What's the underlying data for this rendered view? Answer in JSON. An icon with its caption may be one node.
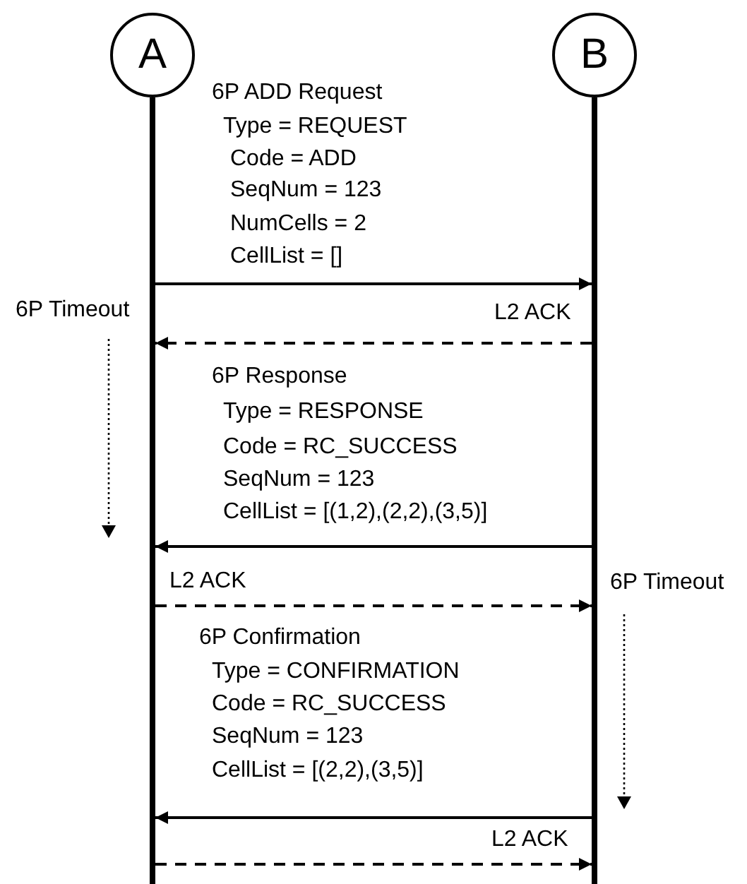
{
  "diagram": {
    "nodes": [
      {
        "text": [
          "A"
        ]
      },
      {
        "text": [
          "B"
        ]
      },
      {
        "text": [],
        "shape": "bar"
      },
      {
        "text": [],
        "shape": "bar"
      }
    ],
    "edges": [
      {
        "from": 2,
        "to": 3,
        "arrow": "to"
      },
      {
        "from": 3,
        "to": 2,
        "arrow": "to",
        "label": "L2 ACK",
        "style": "dashed"
      },
      {
        "from": 3,
        "to": 2,
        "arrow": "to"
      },
      {
        "from": 2,
        "to": 3,
        "arrow": "to",
        "label": "L2 ACK",
        "style": "dashed"
      },
      {
        "from": 3,
        "to": 2,
        "arrow": "to"
      },
      {
        "from": 2,
        "to": 3,
        "arrow": "to",
        "label": "L2 ACK",
        "style": "dashed"
      }
    ],
    "labels": [
      "6P ADD Request",
      "Type = REQUEST",
      "Code = ADD",
      "SeqNum = 123",
      "NumCells = 2",
      "CellList = []",
      "6P Timeout",
      "6P Response",
      "Type = RESPONSE",
      "Code = RC_SUCCESS",
      "SeqNum = 123",
      "CellList = [(1,2),(2,2),(3,5)]",
      "6P Timeout",
      "6P Confirmation",
      "Type = CONFIRMATION",
      "Code = RC_SUCCESS",
      "SeqNum = 123",
      "CellList = [(2,2),(3,5)]"
    ]
  }
}
